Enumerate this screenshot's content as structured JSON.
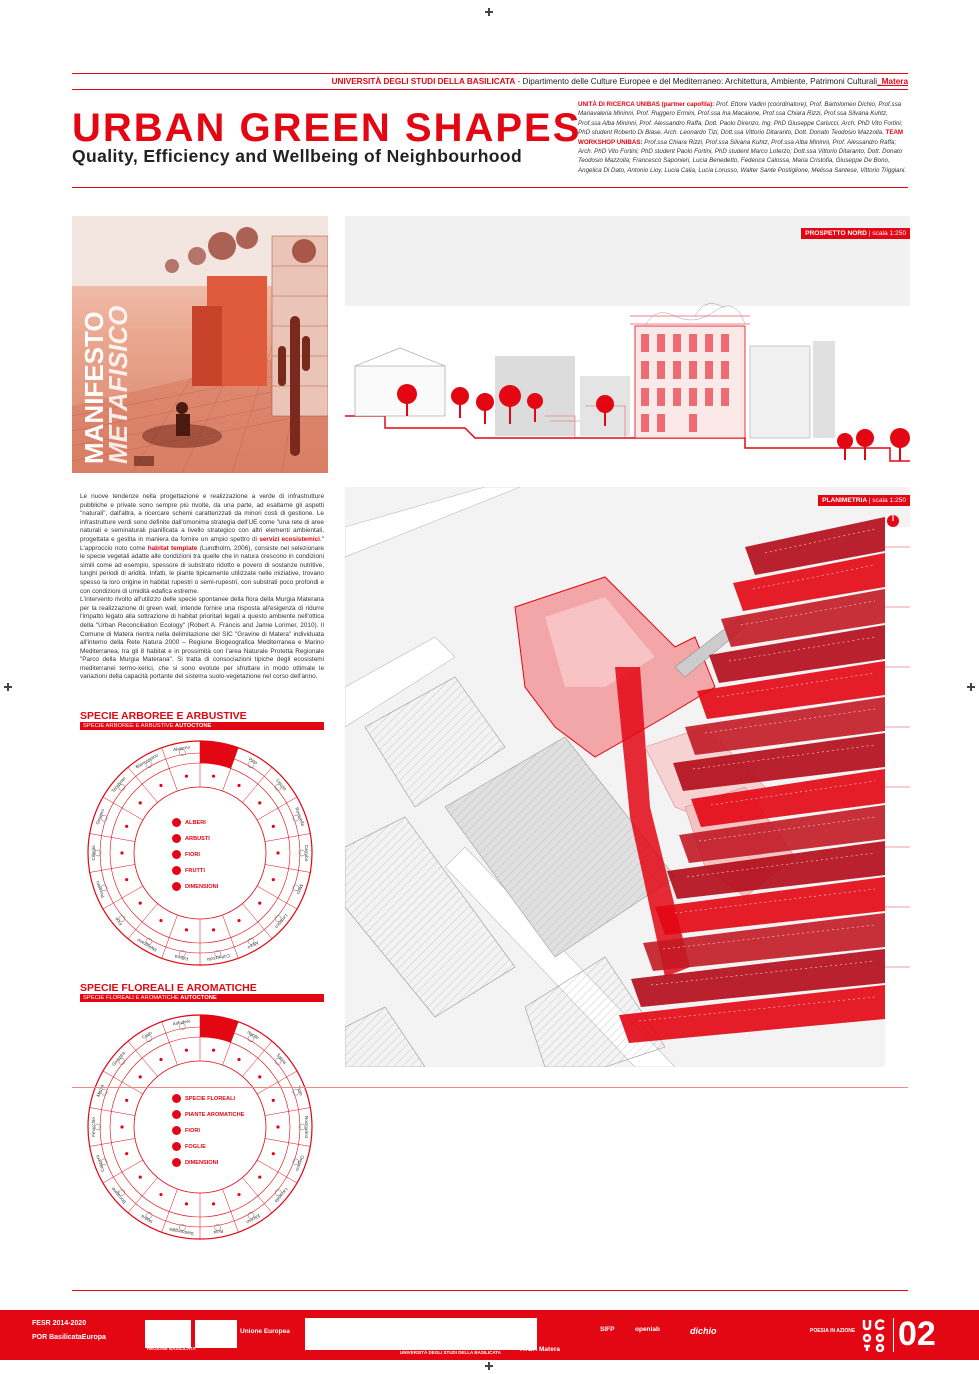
{
  "header": {
    "university": "UNIVERSITÀ DEGLI STUDI DELLA BASILICATA",
    "department": " - Dipartimento delle Culture Europee e del Mediterraneo: Architettura, Ambiente, Patrimoni Culturali",
    "city": "_Matera"
  },
  "title": "URBAN GREEN SHAPES",
  "subtitle": "Quality, Efficiency and Wellbeing of Neighbourhood",
  "credits": {
    "unit_label": "UNITÀ DI RICERCA UNIBAS (partner capofila):",
    "unit_text": " Prof. Ettore Vadini (coordinatore), Prof. Bartolomeo Dichio, Prof.ssa Mariavaleria Mininni, Prof. Ruggero Ermini, Prof.ssa Ina Macaione, Prof.ssa Chiara Rizzi, Prof.ssa Silvana Kuhtz, Prof.ssa Alba Mininni, Prof. Alessandro Raffa, Dott. Paolo Direnzo, Ing. PhD Giuseppe Carlucci, Arch. PhD Vito Fortini; PhD student Roberto Di Biase, Arch. Leonardo Tizi, Dott.ssa Vittorio Ditaranto, Dott. Donato Teodosio Mazzolla.",
    "team_label": "TEAM WORKSHOP UNIBAS:",
    "team_text": " Prof.ssa Chiara Rizzi, Prof.ssa Silvana Kuhtz, Prof.ssa Alba Mininni, Prof. Alessandro Raffa; Arch. PhD Vito Fortini; PhD student Paolo Fortini, PhD student Marco Loterzo; Dott.ssa Vittorio Ditaranto, Dott. Donato Teodosio Mazzolla; Francesco Saponieri, Lucia Benedetto, Federica Calossa, Maria Cristofia, Giuseppe De Bono, Angelica Di Dato, Antonio Lioy, Lucia Calia, Lucia Lorusso, Walter Sante Postiglione, Melissa Santese, Vittorio Triggiani."
  },
  "manifesto": {
    "line1": "MANIFESTO",
    "line2": "METAFISICO"
  },
  "prospetto": {
    "label": "PROSPETTO NORD",
    "scale": "| scala 1:250"
  },
  "planimetria": {
    "label": "PLANIMETRIA",
    "scale": "| scala 1:250"
  },
  "intro": {
    "p1a": "Le nuove tendenze nella progettazione e realizzazione a verde di infrastrutture pubbliche e private sono sempre più rivolte, da una parte, ad esaltarne gli aspetti \"naturali\", dall'altra, a ricercare schemi caratterizzati da minori costi di gestione. Le infrastrutture verdi sono definite dall'omonima strategia dell'UE come \"una rete di aree naturali e seminaturali pianificata a livello strategico con altri elementi ambientali, progettata e gestita in maniera da fornire un ampio spettro di ",
    "p1b": "servizi ecosistemici",
    "p1c": ".\" L'approccio noto come ",
    "p1d": "habitat template",
    "p1e": " (Lundholm, 2006), consiste nel selezionare le specie vegetali adatte alle condizioni tra quelle che in natura crescono in condizioni simili come ad esempio, spessore di substrato ridotto e povero di sostanze nutritive, lunghi periodi di aridità. Infatti, le piante tipicamente utilizzate nelle iniziative, trovano spesso la loro origine in habitat rupestri o semi-rupestri, con substrati poco profondi e con condizioni di umidità edafica estreme.",
    "p2": "L'intervento rivolto all'utilizzo delle specie spontanee della flora della Murgia Materana per la realizzazione di green wall, intende fornire una risposta all'esigenza di ridurre l'impatto legato alla sottrazione di habitat prioritari legati a questo ambiente nell'ottica della \"Urban Reconciliation Ecology\" (Robert A. Francis and Jamie Lorimer, 2010). Il Comune di Matera rientra nella delimitazione del SIC \"Gravine di Matera\" individuata all'interno della Rete Natura 2000 – Regione Biogeografica Mediterranea e Marino Mediterranea, tra gli 8 habitat e in prossimità con l'area Naturale Protetta Regionale \"Parco della Murgia Materana\". Si tratta di consociazioni tipiche degli ecosistemi mediterranei termo-xerici, che si sono evolute per sfruttare in modo ottimale le variazioni della capacità portante del sistema suolo-vegetazione nel corso dell'anno."
  },
  "section1": {
    "heading": "SPECIE ARBOREE E ARBUSTIVE",
    "bar": "SPECIE ARBOREE E ARBUSTIVE",
    "bar_bold": " AUTOCTONE",
    "legend": [
      "ALBERI",
      "ARBUSTI",
      "FIORI",
      "FRUTTI",
      "DIMENSIONI"
    ],
    "species": [
      "Olivo",
      "Pino",
      "Leccio",
      "Roverella",
      "Carrubo",
      "Mirto",
      "Lentisco",
      "Alloro",
      "Corbezzolo",
      "Fillirea",
      "Melograno",
      "Fico",
      "Perastro",
      "Ciliegio",
      "Ginepro",
      "Terebinto",
      "Biancospino",
      "Alaterno"
    ]
  },
  "section2": {
    "heading": "SPECIE FLOREALI E AROMATICHE",
    "bar": "SPECIE FLOREALI E AROMATICHE",
    "bar_bold": " AUTOCTONE",
    "legend": [
      "SPECIE FLOREALI",
      "PIANTE AROMATICHE",
      "FIORI",
      "FOGLIE",
      "DIMENSIONI"
    ],
    "species": [
      "Festuca",
      "Nardo",
      "Salvia",
      "Timo",
      "Rosmarino",
      "Origano",
      "Lavanda",
      "Elicriso",
      "Ruta",
      "Santoreggia",
      "Malva",
      "Borragine",
      "Cappero",
      "Finocchio",
      "Menta",
      "Ginestra",
      "Cisto",
      "Asfodelo"
    ]
  },
  "footer": {
    "logos": [
      "FESR 2014-2020",
      "POR BasilicataEuropa",
      "REGIONE BASILICATA",
      "Unione Europea",
      "UNIVERSITÀ DEGLI STUDI DELLA BASILICATA",
      "ATER Matera",
      "SIFP",
      "openlab",
      "dichio",
      "POESIA IN AZIONE"
    ],
    "page": "02"
  },
  "colors": {
    "accent": "#e30613"
  }
}
